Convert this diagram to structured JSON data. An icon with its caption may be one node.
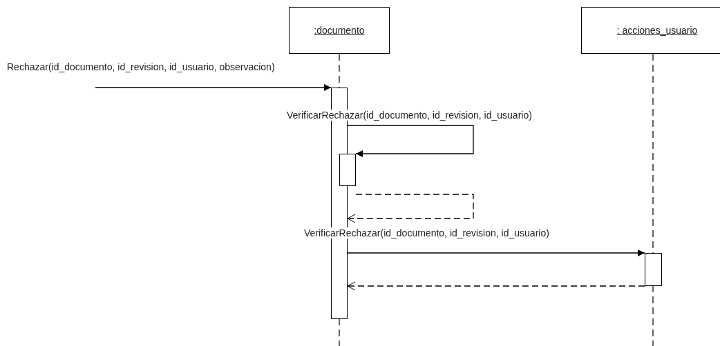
{
  "diagram": {
    "nodes": [
      {
        "text": [
          ":documento"
        ]
      },
      {
        "text": [
          ": acciones_usuario"
        ]
      },
      {
        "text": [],
        "shape": "bar"
      },
      {
        "text": [],
        "shape": "bar"
      },
      {
        "text": [],
        "shape": "bar"
      }
    ],
    "edges": [
      {
        "from": null,
        "to": 2,
        "arrow": "to",
        "label": "Rechazar(id_documento, id_revision, id_usuario, observacion)"
      },
      {
        "from": 2,
        "to": 3,
        "arrow": "to",
        "label": "VerificarRechazar(id_documento, id_revision, id_usuario)"
      },
      {
        "from": 3,
        "to": 2,
        "arrow": "to",
        "style": "dashed"
      },
      {
        "from": 2,
        "to": 4,
        "arrow": "to",
        "label": "VerificarRechazar(id_documento, id_revision, id_usuario)"
      },
      {
        "from": 4,
        "to": 2,
        "arrow": "to",
        "style": "dashed"
      }
    ]
  }
}
